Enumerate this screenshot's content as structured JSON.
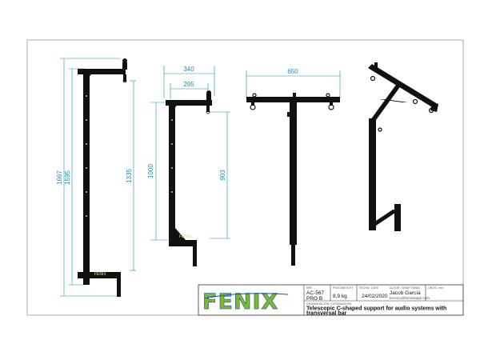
{
  "dimensions": {
    "view1": {
      "total_height": "1667",
      "inner_height": "1595",
      "clear_height": "1335"
    },
    "view2": {
      "width_outer": "340",
      "width_inner": "295",
      "height_outer": "1000",
      "height_inner": "903"
    },
    "view3": {
      "bar_width": "650"
    }
  },
  "brand_on_post": "FENIX",
  "title_block": {
    "logo": "FENIX",
    "ref_label": "REF.",
    "ref_value_1": "AC-567",
    "ref_value_2": "PRO B",
    "weight_label": "PESO/WEIGHT",
    "weight_value": "8,9 kg",
    "date_label": "FECHA / DATE",
    "date_value": "24/02/2020",
    "author_label": "AUTOR / DRAFTSMAN",
    "author_name": "Jacob García",
    "author_email": "tecnico@fenixstage.com",
    "units_label": "UNITS: mm",
    "designation_label": "DENOMINACIÓN / DESIGNATION",
    "designation_line1": "Telescopic C-shaped support for audio systems with",
    "designation_line2": "transversal bar"
  },
  "colors": {
    "dimension": "#1a8fb0",
    "steel": "#111111",
    "logo_green": "#7ab82e"
  }
}
